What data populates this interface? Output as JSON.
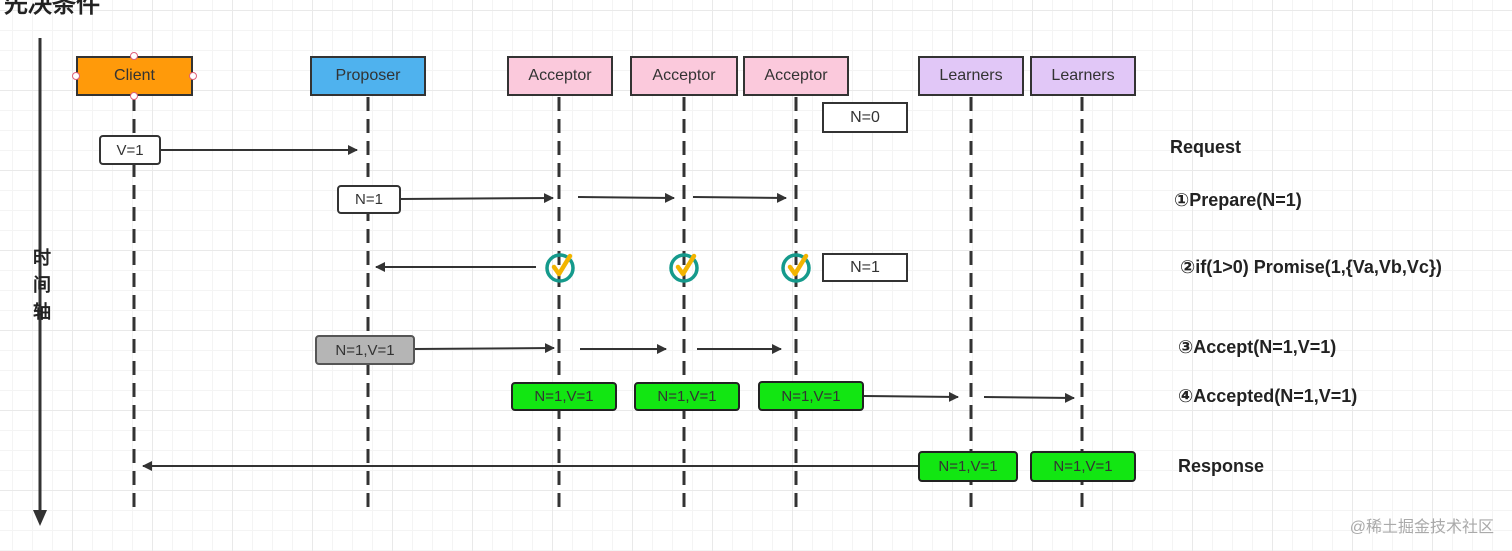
{
  "title": "先决条件",
  "time_axis_chars": [
    "时",
    "间",
    "轴"
  ],
  "actors": [
    {
      "label": "Client",
      "color": "#ff9a0a"
    },
    {
      "label": "Proposer",
      "color": "#4fb2ee"
    },
    {
      "label": "Acceptor",
      "color": "#fbc9dc"
    },
    {
      "label": "Acceptor",
      "color": "#fbc9dc"
    },
    {
      "label": "Acceptor",
      "color": "#fbc9dc"
    },
    {
      "label": "Learners",
      "color": "#e1c7f7"
    },
    {
      "label": "Learners",
      "color": "#e1c7f7"
    }
  ],
  "tags": {
    "initial_n": "N=0",
    "client_value": "V=1",
    "prepare_n": "N=1",
    "promise_n": "N=1",
    "accept_nv": "N=1,V=1",
    "accepted_nv": [
      "N=1,V=1",
      "N=1,V=1",
      "N=1,V=1"
    ],
    "response_nv": [
      "N=1,V=1",
      "N=1,V=1"
    ]
  },
  "steps": {
    "request": "Request",
    "prepare": "①Prepare(N=1)",
    "promise": "②if(1>0) Promise(1,{Va,Vb,Vc})",
    "accept": "③Accept(N=1,V=1)",
    "accepted": "④Accepted(N=1,V=1)",
    "response": "Response"
  },
  "watermark": "@稀土掘金技术社区"
}
